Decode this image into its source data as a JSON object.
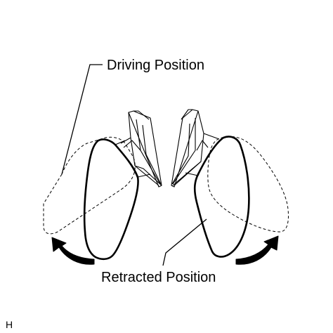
{
  "labels": {
    "driving_position": "Driving Position",
    "retracted_position": "Retracted Position",
    "figure_code": "H"
  },
  "colors": {
    "ink": "#000000",
    "background": "#ffffff"
  },
  "icons": {
    "left_arrow": "curved-arrow-icon",
    "right_arrow": "curved-arrow-icon"
  }
}
